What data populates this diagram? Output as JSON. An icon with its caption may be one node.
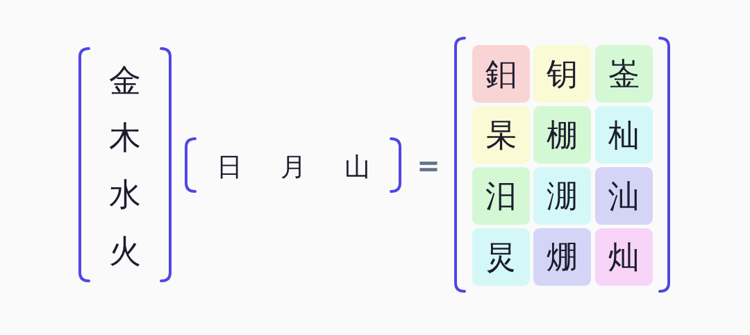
{
  "diagram": {
    "nodes": [
      {
        "text": [
          "鈤"
        ]
      },
      {
        "text": [
          "钥"
        ]
      },
      {
        "text": [
          "崟"
        ]
      },
      {
        "text": [
          "杲"
        ]
      },
      {
        "text": [
          "棚"
        ]
      },
      {
        "text": [
          "杣"
        ]
      },
      {
        "text": [
          "汨"
        ]
      },
      {
        "text": [
          "淜"
        ]
      },
      {
        "text": [
          "汕"
        ]
      },
      {
        "text": [
          "炅"
        ]
      },
      {
        "text": [
          "焩"
        ]
      },
      {
        "text": [
          "灿"
        ]
      }
    ],
    "labels": [
      "金",
      "木",
      "水",
      "火",
      "日",
      "月",
      "山",
      "="
    ]
  }
}
